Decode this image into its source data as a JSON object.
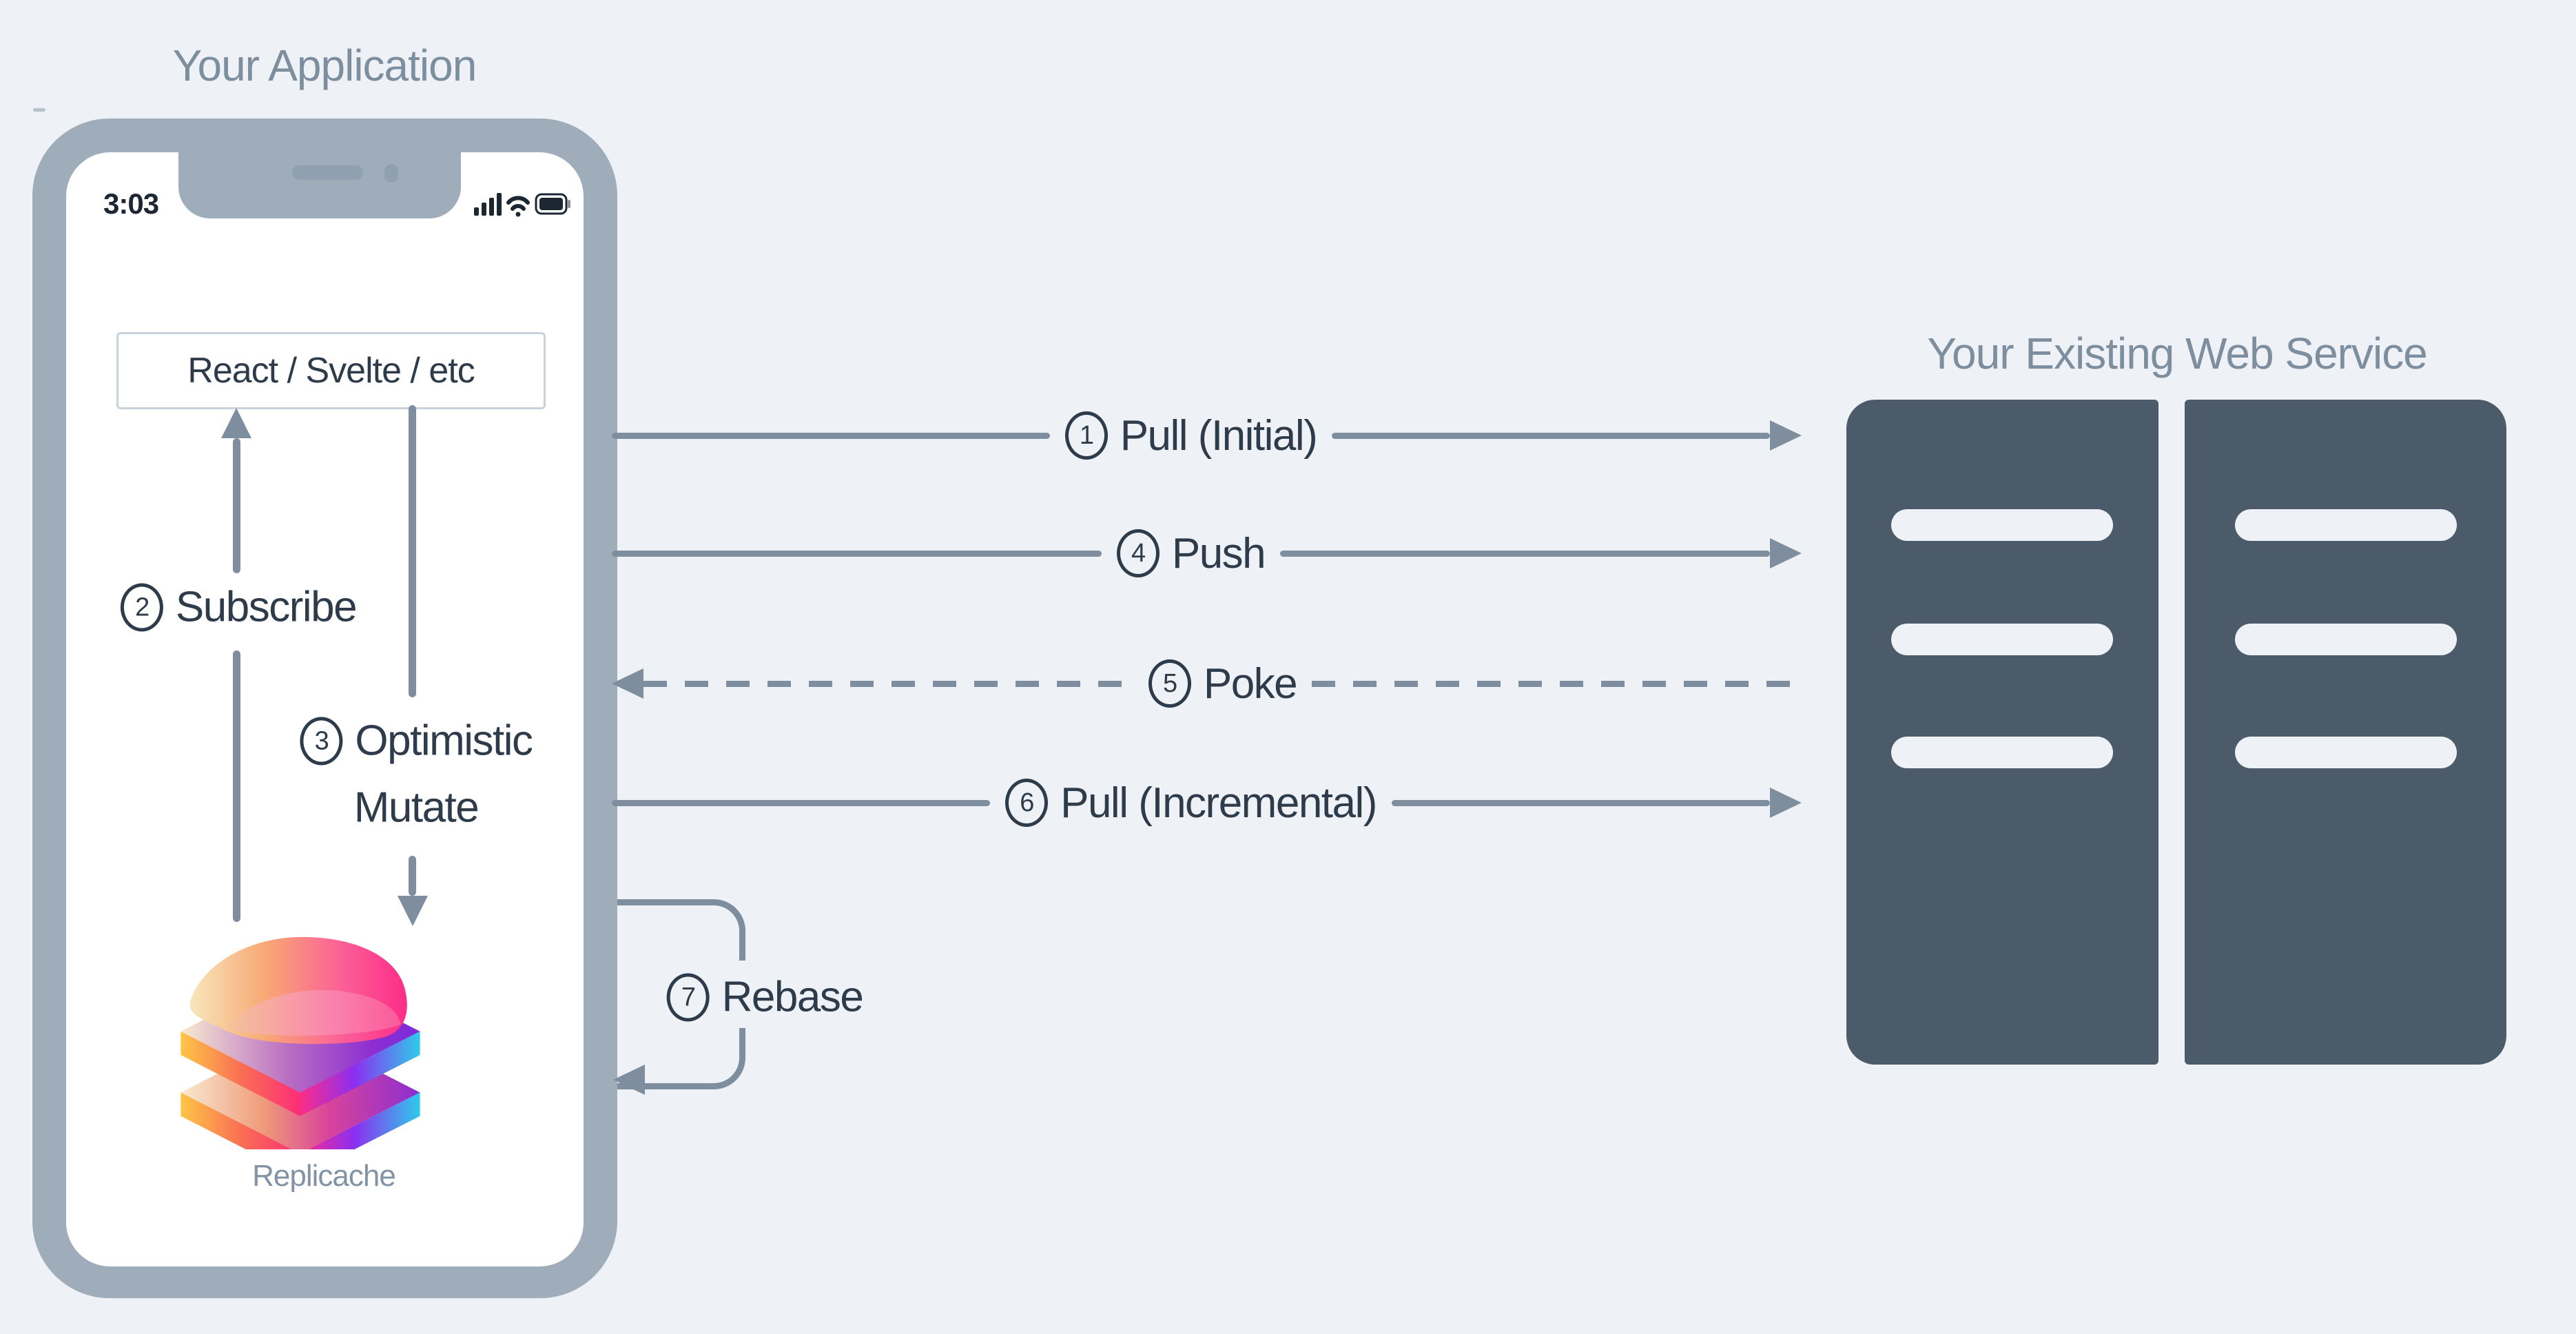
{
  "titles": {
    "client": "Your Application",
    "server": "Your Existing Web Service"
  },
  "phone": {
    "status_time": "3:03",
    "status_icons": [
      "cellular-signal-icon",
      "wifi-icon",
      "battery-icon"
    ],
    "framework_box": "React / Svelte / etc",
    "logo_label": "Replicache"
  },
  "flows": {
    "pull_initial": {
      "num": "1",
      "label": "Pull (Initial)",
      "style": "solid",
      "direction": "client-to-server"
    },
    "subscribe": {
      "num": "2",
      "label": "Subscribe",
      "style": "solid",
      "direction": "up"
    },
    "optimistic_mutate": {
      "num": "3",
      "label_line1": "Optimistic",
      "label_line2": "Mutate",
      "style": "solid",
      "direction": "down"
    },
    "push": {
      "num": "4",
      "label": "Push",
      "style": "solid",
      "direction": "client-to-server"
    },
    "poke": {
      "num": "5",
      "label": "Poke",
      "style": "dashed",
      "direction": "server-to-client"
    },
    "pull_incremental": {
      "num": "6",
      "label": "Pull (Incremental)",
      "style": "solid",
      "direction": "client-to-server"
    },
    "rebase": {
      "num": "7",
      "label": "Rebase",
      "style": "loop",
      "direction": "client-loop"
    }
  },
  "server": {
    "racks": 2,
    "slots_per_rack": 3
  },
  "colors": {
    "bg": "#eef1f5",
    "frame": "#9fadba",
    "slot": "#8fa0b0",
    "server": "#4b5b6a",
    "bar": "#eef1f5",
    "arrow": "#7e8e9e",
    "ink": "#2d3b4a",
    "muted": "#7d8e9e",
    "box_border": "#c9d3dd",
    "status": "#1d2734"
  }
}
